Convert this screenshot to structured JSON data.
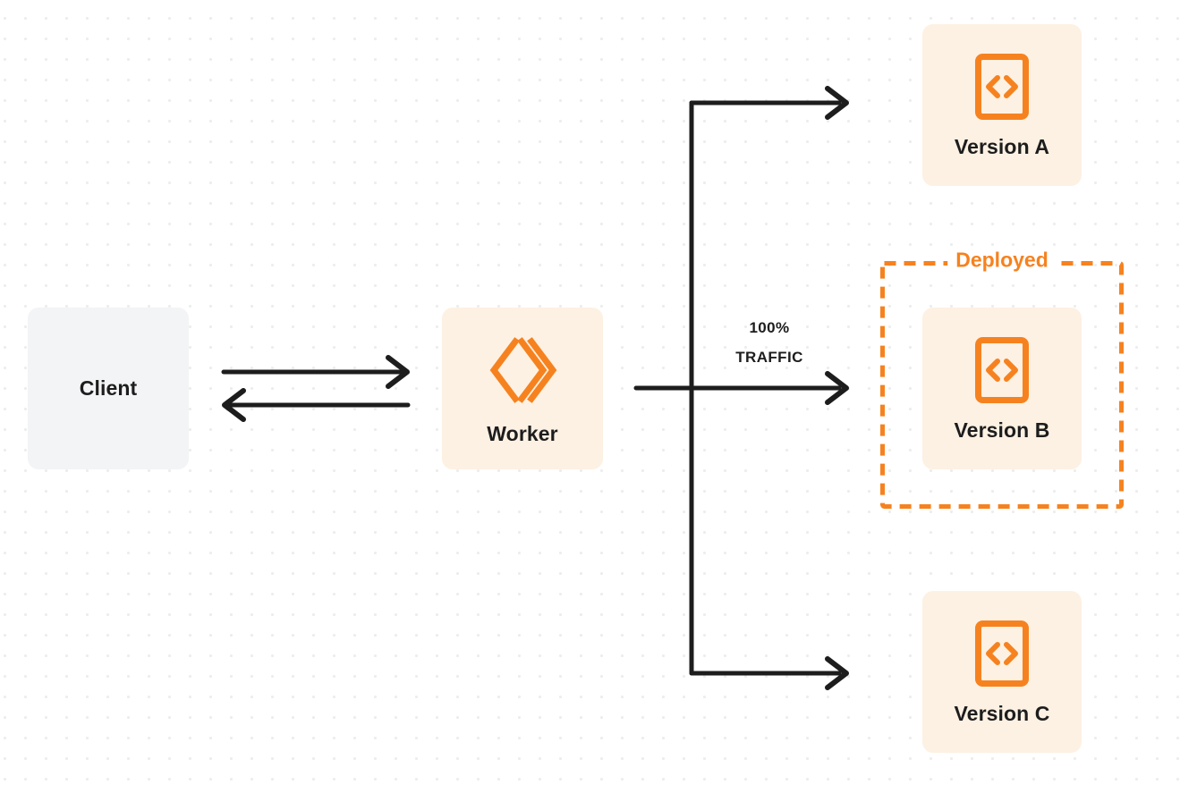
{
  "diagram": {
    "title": "Worker version traffic routing",
    "background": {
      "color": "#ffffff",
      "dot_color": "#eceded"
    },
    "colors": {
      "accent_orange": "#f6821f",
      "node_orange_bg": "#fdf1e3",
      "node_grey_bg": "#f3f4f6",
      "text_dark": "#1d1d1d",
      "connector": "#1d1d1d"
    },
    "nodes": [
      {
        "id": "client",
        "label": "Client",
        "icon": "none",
        "bg": "#f3f4f6"
      },
      {
        "id": "worker",
        "label": "Worker",
        "icon": "cloudflare-workers-logo-icon",
        "bg": "#fdf1e3"
      },
      {
        "id": "version-a",
        "label": "Version A",
        "icon": "code-script-icon",
        "bg": "#fdf1e3"
      },
      {
        "id": "version-b",
        "label": "Version B",
        "icon": "code-script-icon",
        "bg": "#fdf1e3"
      },
      {
        "id": "version-c",
        "label": "Version C",
        "icon": "code-script-icon",
        "bg": "#fdf1e3"
      }
    ],
    "group": {
      "id": "deployed-group",
      "label": "Deployed",
      "border_style": "dashed",
      "border_color": "#f6821f",
      "contains": [
        "version-b"
      ]
    },
    "traffic": {
      "percent": "100%",
      "unit": "TRAFFIC",
      "target": "version-b"
    },
    "connectors": [
      {
        "id": "client-to-worker",
        "from": "client",
        "to": "worker",
        "direction": "right"
      },
      {
        "id": "worker-to-client",
        "from": "worker",
        "to": "client",
        "direction": "left"
      },
      {
        "id": "worker-to-version-a",
        "from": "worker",
        "to": "version-a",
        "direction": "right"
      },
      {
        "id": "worker-to-version-b",
        "from": "worker",
        "to": "version-b",
        "direction": "right"
      },
      {
        "id": "worker-to-version-c",
        "from": "worker",
        "to": "version-c",
        "direction": "right"
      }
    ]
  }
}
